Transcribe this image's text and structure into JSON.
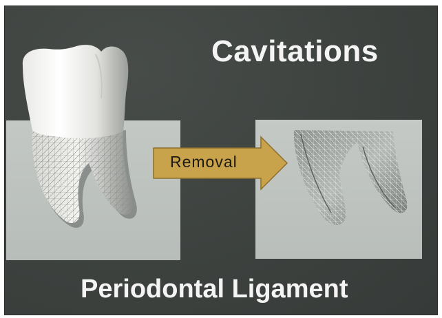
{
  "slide": {
    "title": "Cavitations",
    "caption": "Periodontal Ligament",
    "arrow_label": "Removal"
  },
  "colors": {
    "background": "#3e4340",
    "panel": "#c0c5c1",
    "arrow": "#c9a24c",
    "text": "#f4f4f4"
  },
  "icons": {
    "left_illustration": "tooth-with-ligament-mesh-icon",
    "right_illustration": "tooth-socket-mesh-icon",
    "arrow": "arrow-right-icon"
  }
}
